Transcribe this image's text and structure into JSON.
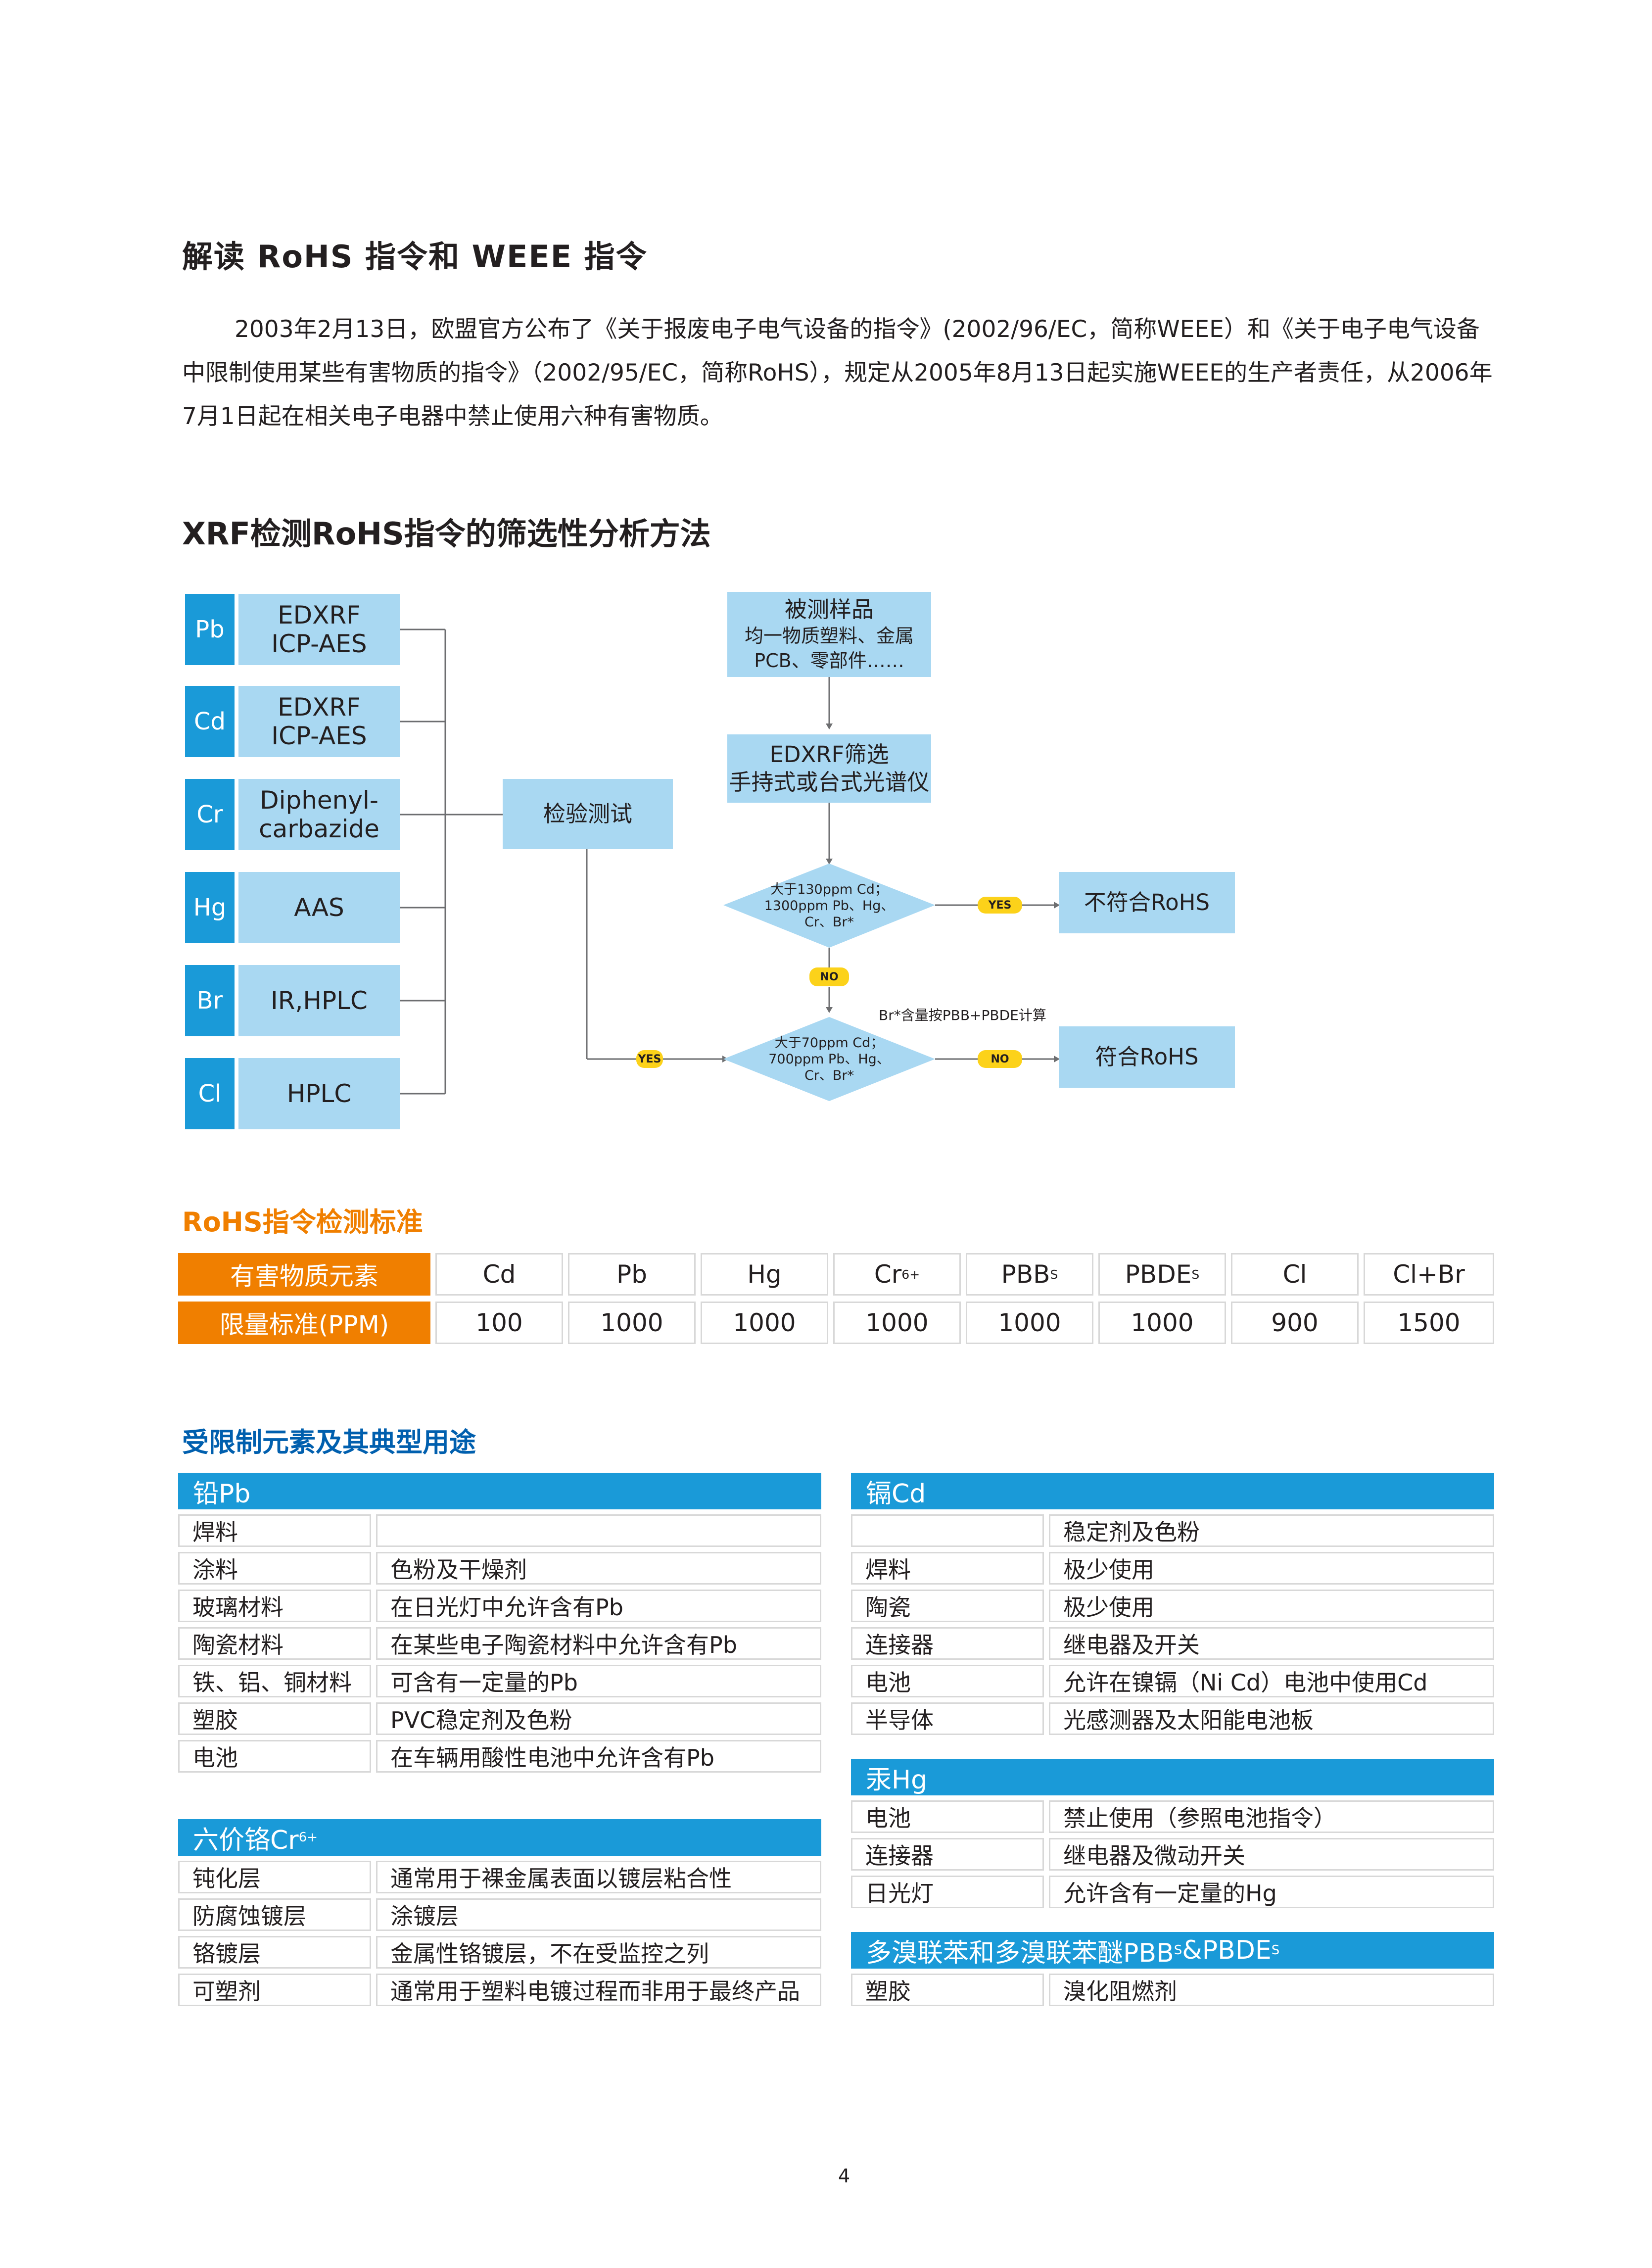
{
  "heading_main": "解读 RoHS 指令和 WEEE 指令",
  "intro": "2003年2月13日，欧盟官方公布了《关于报废电子电气设备的指令》(2002/96/EC，简称WEEE）和《关于电子电气设备中限制使用某些有害物质的指令》（2002/95/EC，简称RoHS），规定从2005年8月13日起实施WEEE的生产者责任，从2006年7月1日起在相关电子电器中禁止使用六种有害物质。",
  "heading_xrf": "XRF检测RoHS指令的筛选性分析方法",
  "flow": {
    "elements": [
      {
        "tag": "Pb",
        "methods": [
          "EDXRF",
          "ICP-AES"
        ]
      },
      {
        "tag": "Cd",
        "methods": [
          "EDXRF",
          "ICP-AES"
        ]
      },
      {
        "tag": "Cr",
        "methods": [
          "Diphenyl-",
          "carbazide"
        ]
      },
      {
        "tag": "Hg",
        "methods": [
          "AAS"
        ]
      },
      {
        "tag": "Br",
        "methods": [
          "IR,HPLC"
        ]
      },
      {
        "tag": "Cl",
        "methods": [
          "HPLC"
        ]
      }
    ],
    "test_box": "检验测试",
    "sample_title": "被测样品",
    "sample_l2": "均一物质塑料、金属",
    "sample_l3": "PCB、零部件……",
    "screen_l1": "EDXRF筛选",
    "screen_l2": "手持式或台式光谱仪",
    "d1": [
      "大于130ppm Cd；",
      "1300ppm Pb、Hg、",
      "Cr、Br*"
    ],
    "d2": [
      "大于70ppm Cd；",
      "700ppm Pb、Hg、",
      "Cr、Br*"
    ],
    "yes": "YES",
    "no": "NO",
    "fail": "不符合RoHS",
    "pass": "符合RoHS",
    "note": "Br*含量按PBB+PBDE计算"
  },
  "heading_std": "RoHS指令检测标准",
  "std": {
    "row1_label": "有害物质元素",
    "row2_label": "限量标准(PPM)",
    "elements": [
      {
        "base": "Cd",
        "sup": "",
        "sub": ""
      },
      {
        "base": "Pb",
        "sup": "",
        "sub": ""
      },
      {
        "base": "Hg",
        "sup": "",
        "sub": ""
      },
      {
        "base": "Cr",
        "sup": "6+",
        "sub": ""
      },
      {
        "base": "PBB",
        "sup": "",
        "sub": "S"
      },
      {
        "base": "PBDE",
        "sup": "",
        "sub": "S"
      },
      {
        "base": "Cl",
        "sup": "",
        "sub": ""
      },
      {
        "base": "Cl+Br",
        "sup": "",
        "sub": ""
      }
    ],
    "limits": [
      "100",
      "1000",
      "1000",
      "1000",
      "1000",
      "1000",
      "900",
      "1500"
    ]
  },
  "heading_usage": "受限制元素及其典型用途",
  "usage": {
    "pb": {
      "title": "铅Pb",
      "rows": [
        [
          "焊料",
          ""
        ],
        [
          "涂料",
          "色粉及干燥剂"
        ],
        [
          "玻璃材料",
          "在日光灯中允许含有Pb"
        ],
        [
          "陶瓷材料",
          "在某些电子陶瓷材料中允许含有Pb"
        ],
        [
          "铁、铝、铜材料",
          "可含有一定量的Pb"
        ],
        [
          "塑胶",
          "PVC稳定剂及色粉"
        ],
        [
          "电池",
          "在车辆用酸性电池中允许含有Pb"
        ]
      ]
    },
    "cr": {
      "title": "六价铬Cr",
      "title_sup": "6+",
      "rows": [
        [
          "钝化层",
          "通常用于裸金属表面以镀层粘合性"
        ],
        [
          "防腐蚀镀层",
          "涂镀层"
        ],
        [
          "铬镀层",
          "金属性铬镀层，不在受监控之列"
        ],
        [
          "可塑剂",
          "通常用于塑料电镀过程而非用于最终产品"
        ]
      ]
    },
    "cd": {
      "title": "镉Cd",
      "rows": [
        [
          "",
          "稳定剂及色粉"
        ],
        [
          "焊料",
          "极少使用"
        ],
        [
          "陶瓷",
          "极少使用"
        ],
        [
          "连接器",
          "继电器及开关"
        ],
        [
          "电池",
          "允许在镍镉（Ni Cd）电池中使用Cd"
        ],
        [
          "半导体",
          "光感测器及太阳能电池板"
        ]
      ]
    },
    "hg": {
      "title": "汞Hg",
      "rows": [
        [
          "电池",
          "禁止使用（参照电池指令）"
        ],
        [
          "连接器",
          "继电器及微动开关"
        ],
        [
          "日光灯",
          "允许含有一定量的Hg"
        ]
      ]
    },
    "pbb": {
      "title_a": "多溴联苯和多溴联苯醚PBB",
      "sub_a": "S",
      "title_b": "&PBDE",
      "sub_b": "S",
      "rows": [
        [
          "塑胶",
          "溴化阻燃剂"
        ]
      ]
    }
  },
  "page_number": "4"
}
